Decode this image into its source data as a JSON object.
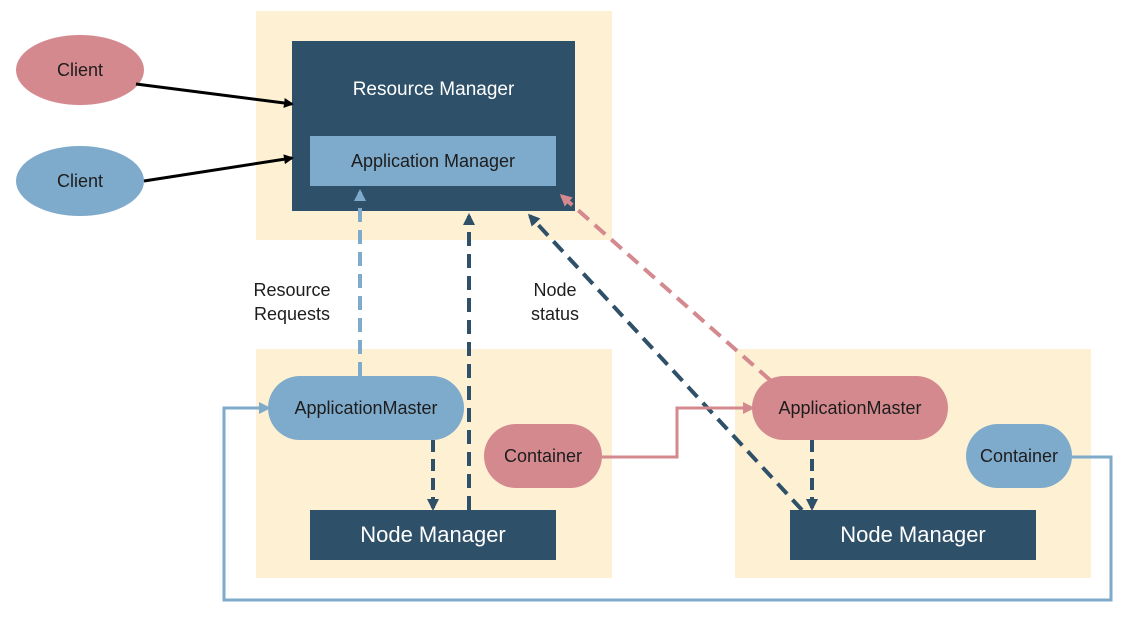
{
  "resource_manager": {
    "title": "Resource Manager",
    "app_manager": "Application Manager"
  },
  "clients": [
    {
      "label": "Client",
      "color": "#d4898e"
    },
    {
      "label": "Client",
      "color": "#7eaacb"
    }
  ],
  "nodes": [
    {
      "app_master": "ApplicationMaster",
      "container": "Container",
      "node_manager": "Node Manager"
    },
    {
      "app_master": "ApplicationMaster",
      "container": "Container",
      "node_manager": "Node Manager"
    }
  ],
  "labels": {
    "resource_requests_line1": "Resource",
    "resource_requests_line2": "Requests",
    "node_status_line1": "Node",
    "node_status_line2": "status"
  },
  "colors": {
    "panel": "#fdf0d3",
    "dark_navy": "#2e5068",
    "light_blue": "#7eaacb",
    "pink": "#d4898e"
  }
}
